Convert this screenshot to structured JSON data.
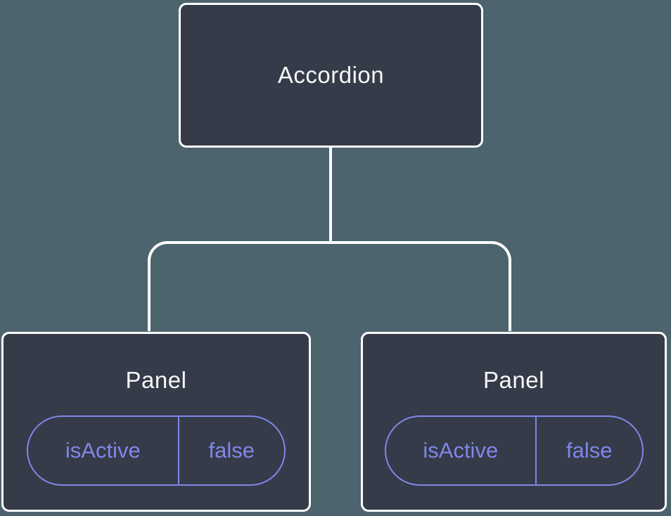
{
  "colors": {
    "canvas-bg": "#4d646e",
    "node-bg": "#353b48",
    "node-border": "#ffffff",
    "node-text": "#f6f7f9",
    "connector": "#ffffff",
    "state-accent": "#7f87ea"
  },
  "tree": {
    "root": {
      "label": "Accordion"
    },
    "children": [
      {
        "label": "Panel",
        "state": {
          "key": "isActive",
          "value": "false"
        }
      },
      {
        "label": "Panel",
        "state": {
          "key": "isActive",
          "value": "false"
        }
      }
    ]
  }
}
